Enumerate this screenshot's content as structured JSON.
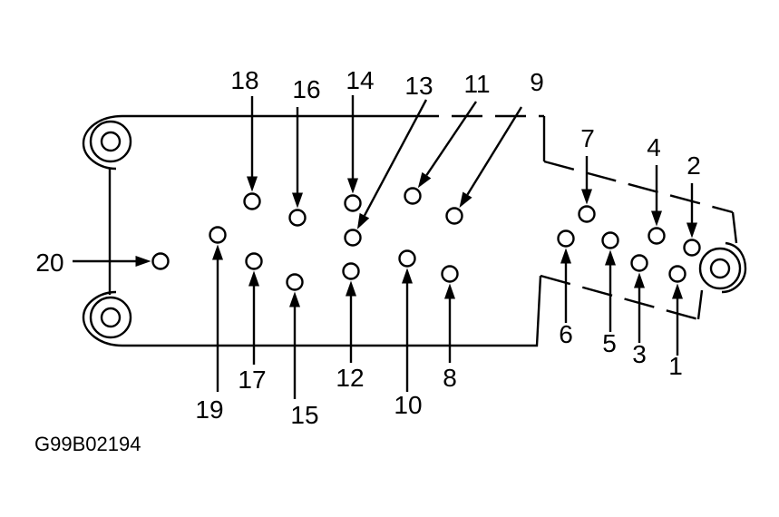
{
  "figure_code": "G99B02194",
  "pins": [
    "1",
    "2",
    "3",
    "4",
    "5",
    "6",
    "7",
    "8",
    "9",
    "10",
    "11",
    "12",
    "13",
    "14",
    "15",
    "16",
    "17",
    "18",
    "19",
    "20"
  ]
}
